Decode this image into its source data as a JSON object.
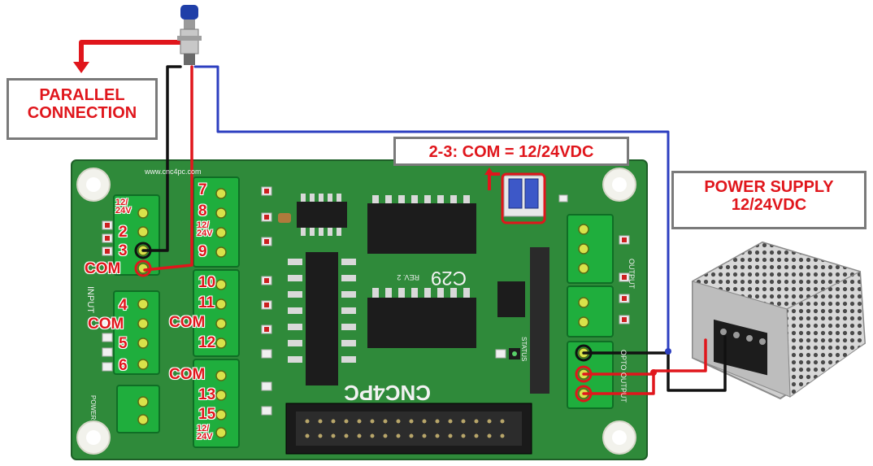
{
  "callouts": {
    "parallel": "PARALLEL\nCONNECTION",
    "jumper": "2-3: COM = 12/24VDC",
    "power_supply": "POWER SUPPLY\n12/24VDC"
  },
  "board": {
    "brand": "CNC4PC",
    "model": "C29",
    "rev": "REV. 2",
    "silkscreen": {
      "input": "INPUT",
      "power": "POWER",
      "output": "OUTPUT",
      "opto_output": "OPTO OUTPUT",
      "status": "STATUS",
      "url": "www.cnc4pc.com"
    }
  },
  "left_block": {
    "top_terminal": [
      "12/\n24V",
      "2",
      "3",
      "COM"
    ],
    "mid_terminal": [
      "4",
      "COM",
      "5",
      "6"
    ]
  },
  "right_block": {
    "top_terminal": [
      "7",
      "8",
      "12/\n24V",
      "9"
    ],
    "mid_terminal": [
      "10",
      "11",
      "COM",
      "12"
    ],
    "bottom_terminal": [
      "COM",
      "13",
      "15",
      "12/\n24V"
    ]
  },
  "colors": {
    "pcb": "#2f8a3a",
    "terminal": "#1fae3d",
    "annotation": "#e0161c",
    "wire_red": "#e0161c",
    "wire_blue": "#2d3fc0",
    "wire_black": "#111111",
    "callout_border": "#7a7a7a"
  },
  "icons": [
    "sensor-icon",
    "arrow-down-icon",
    "power-supply-icon",
    "ribbon-connector-icon",
    "jumper-icon"
  ]
}
